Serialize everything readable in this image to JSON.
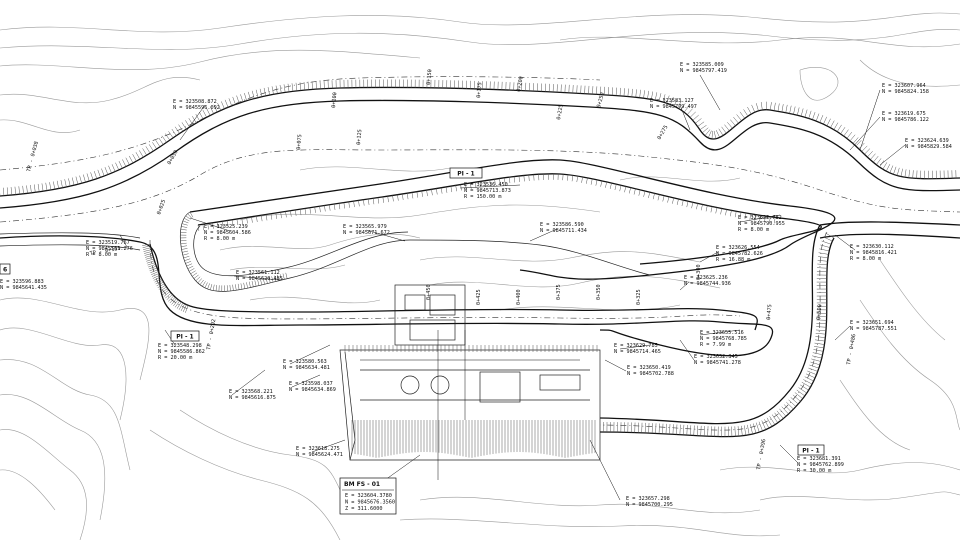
{
  "points": [
    {
      "id": "p1",
      "lines": [
        "E = 323585.009",
        "N = 9845797.419"
      ]
    },
    {
      "id": "p2",
      "lines": [
        "E = 323508.872",
        "N = 9845596.092"
      ]
    },
    {
      "id": "p3",
      "lines": [
        "E = 323583.127",
        "N = 9845779.497"
      ]
    },
    {
      "id": "p4",
      "lines": [
        "E = 323607.964",
        "N = 9845824.158"
      ]
    },
    {
      "id": "p5",
      "lines": [
        "E = 323619.675",
        "N = 9845786.122"
      ]
    },
    {
      "id": "p6",
      "lines": [
        "E = 323624.639",
        "N = 9845829.584"
      ]
    },
    {
      "id": "p7",
      "lines": [
        "E = 323536.450",
        "N = 9845713.873",
        "R = 150.00 m"
      ]
    },
    {
      "id": "p8",
      "lines": [
        "E = 323519.767",
        "N = 9845581.276",
        "R = 8.00 m"
      ]
    },
    {
      "id": "p9",
      "lines": [
        "E = 323525.239",
        "N = 9845604.586",
        "R = 8.00 m"
      ]
    },
    {
      "id": "p10",
      "lines": [
        "E = 323565.979",
        "N = 9845671.672"
      ]
    },
    {
      "id": "p11",
      "lines": [
        "E = 323586.590",
        "N = 9845711.434"
      ]
    },
    {
      "id": "p12",
      "lines": [
        "E = 323622.782",
        "N = 9845790.955",
        "R = 8.00 m"
      ]
    },
    {
      "id": "p13",
      "lines": [
        "E = 323630.112",
        "N = 9845816.421",
        "R = 8.00 m"
      ]
    },
    {
      "id": "p14",
      "lines": [
        "E = 323626.554",
        "N = 9845782.626",
        "R = 16.88 m"
      ]
    },
    {
      "id": "p15",
      "lines": [
        "E = 323561.112",
        "N = 9845620.485"
      ]
    },
    {
      "id": "p16",
      "lines": [
        "E = 323625.236",
        "N = 9845744.936"
      ]
    },
    {
      "id": "p17",
      "lines": [
        "E = 323548.298",
        "N = 9845586.862",
        "R = 20.00 m"
      ]
    },
    {
      "id": "p18",
      "lines": [
        "E = 323651.694",
        "N = 9845787.551"
      ]
    },
    {
      "id": "p19",
      "lines": [
        "E = 323580.563",
        "N = 9845634.481"
      ]
    },
    {
      "id": "p20",
      "lines": [
        "E = 323655.516",
        "N = 9845768.785",
        "R = 7.99 m"
      ]
    },
    {
      "id": "p21",
      "lines": [
        "E = 323629.785",
        "N = 9845714.465"
      ]
    },
    {
      "id": "p22",
      "lines": [
        "E = 323632.345",
        "N = 9845741.278"
      ]
    },
    {
      "id": "p23",
      "lines": [
        "E = 323568.221",
        "N = 9845616.875"
      ]
    },
    {
      "id": "p24",
      "lines": [
        "E = 323598.037",
        "N = 9845634.869"
      ]
    },
    {
      "id": "p25",
      "lines": [
        "E = 323650.419",
        "N = 9845702.788"
      ]
    },
    {
      "id": "p26",
      "lines": [
        "E = 323681.391",
        "N = 9845762.899",
        "R = 30.00 m"
      ]
    },
    {
      "id": "p27",
      "lines": [
        "E = 323618.275",
        "N = 9845624.471"
      ]
    },
    {
      "id": "p28",
      "lines": [
        "E = 323657.298",
        "N = 9845700.295"
      ]
    }
  ],
  "pi_labels": [
    "PI - 1",
    "PI - 1",
    "PI - 1"
  ],
  "benchmark": {
    "title": "BM FS - 01",
    "lines": [
      "E = 323604.3780",
      "N = 9845676.3560",
      "Z = 311.6000"
    ]
  },
  "stations": [
    "0+025",
    "0+050",
    "0+075",
    "0+100",
    "0+125",
    "0+150",
    "0+175",
    "0+200",
    "0+225",
    "0+250",
    "0+275",
    "0+300",
    "0+325",
    "0+350",
    "0+375",
    "0+400",
    "0+425",
    "0+450",
    "0+475",
    "0+500"
  ],
  "tp_labels": [
    "TP - 0+038",
    "TP - 0+153",
    "TP - 0+292",
    "TP - 0+396",
    "TP - 0+486"
  ],
  "edge": {
    "left_label": "6",
    "left_lines": [
      "E = 323596.883",
      "N = 9845641.435"
    ]
  }
}
